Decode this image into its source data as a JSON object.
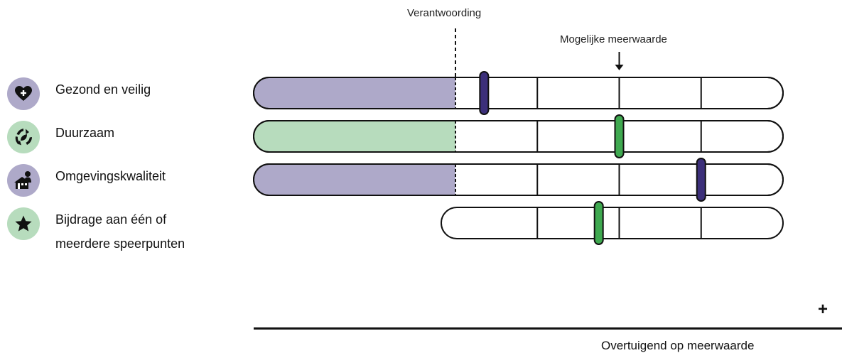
{
  "labels": {
    "verantwoording": "Verantwoording",
    "mogelijke_meerwaarde": "Mogelijke meerwaarde",
    "axis_plus": "+",
    "axis_caption": "Overtuigend op meerwaarde"
  },
  "criteria": [
    {
      "label": "Gezond en veilig",
      "icon": "heart-plus-icon",
      "icon_bg": "#aea9c9",
      "fill_color": "#aea9c9",
      "marker_color": "#3c2f7a",
      "has_verantwoording": true,
      "score": 0.35
    },
    {
      "label": "Duurzaam",
      "icon": "recycle-leaf-icon",
      "icon_bg": "#b7dcbd",
      "fill_color": "#b7dcbd",
      "marker_color": "#3fa950",
      "has_verantwoording": true,
      "score": 2.0
    },
    {
      "label": "Omgevingskwaliteit",
      "icon": "house-people-icon",
      "icon_bg": "#aea9c9",
      "fill_color": "#aea9c9",
      "marker_color": "#3c2f7a",
      "has_verantwoording": true,
      "score": 3.0
    },
    {
      "label": "Bijdrage aan één of\nmeerdere speerpunten",
      "icon": "star-icon",
      "icon_bg": "#b7dcbd",
      "fill_color": "#ffffff",
      "marker_color": "#3fa950",
      "has_verantwoording": false,
      "score": 1.75
    }
  ],
  "scale": {
    "segments": 4,
    "mogelijke_meerwaarde_at": 2
  }
}
